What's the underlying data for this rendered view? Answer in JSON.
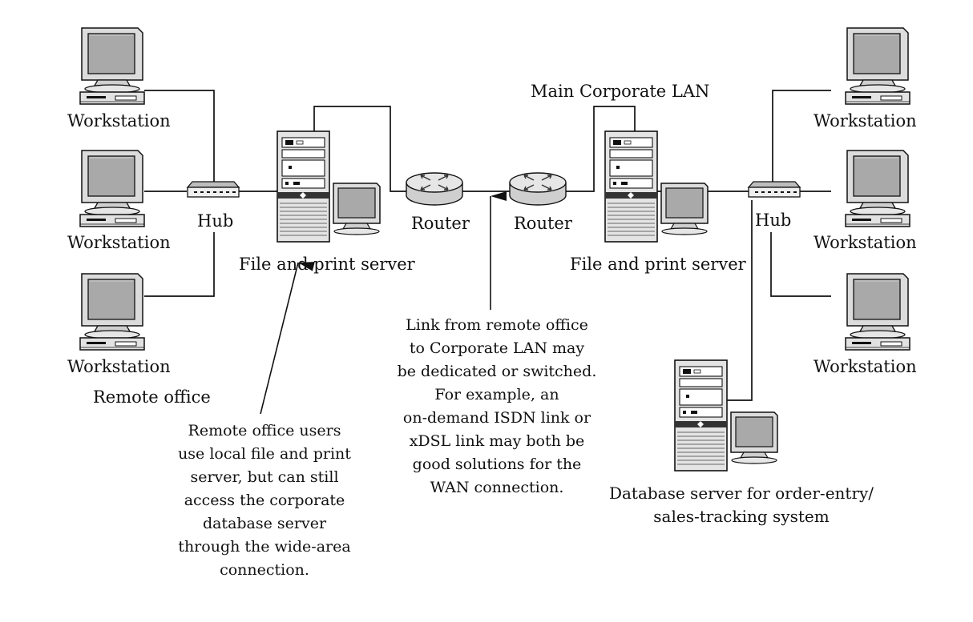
{
  "remote": {
    "workstation_labels": [
      "Workstation",
      "Workstation",
      "Workstation"
    ],
    "hub_label": "Hub",
    "server_label": "File and print server",
    "site_label": "Remote office"
  },
  "wan": {
    "router_left_label": "Router",
    "router_right_label": "Router",
    "link_note_lines": [
      "Link from remote office",
      "to Corporate LAN may",
      "be dedicated or switched.",
      "For example, an",
      "on-demand ISDN link or",
      "xDSL link may both be",
      "good solutions for the",
      "WAN connection."
    ]
  },
  "corporate": {
    "site_label": "Main Corporate LAN",
    "server_label": "File and print server",
    "hub_label": "Hub",
    "workstation_labels": [
      "Workstation",
      "Workstation",
      "Workstation"
    ],
    "database_label_lines": [
      "Database server for order-entry/",
      "sales-tracking system"
    ]
  },
  "remote_note_lines": [
    "Remote office users",
    "use local file and print",
    "server, but can still",
    "access the corporate",
    "database server",
    "through the wide-area",
    "connection."
  ],
  "icons": {
    "workstation": "desktop-computer-icon",
    "hub": "network-hub-icon",
    "router": "router-icon",
    "server": "tower-server-icon"
  }
}
